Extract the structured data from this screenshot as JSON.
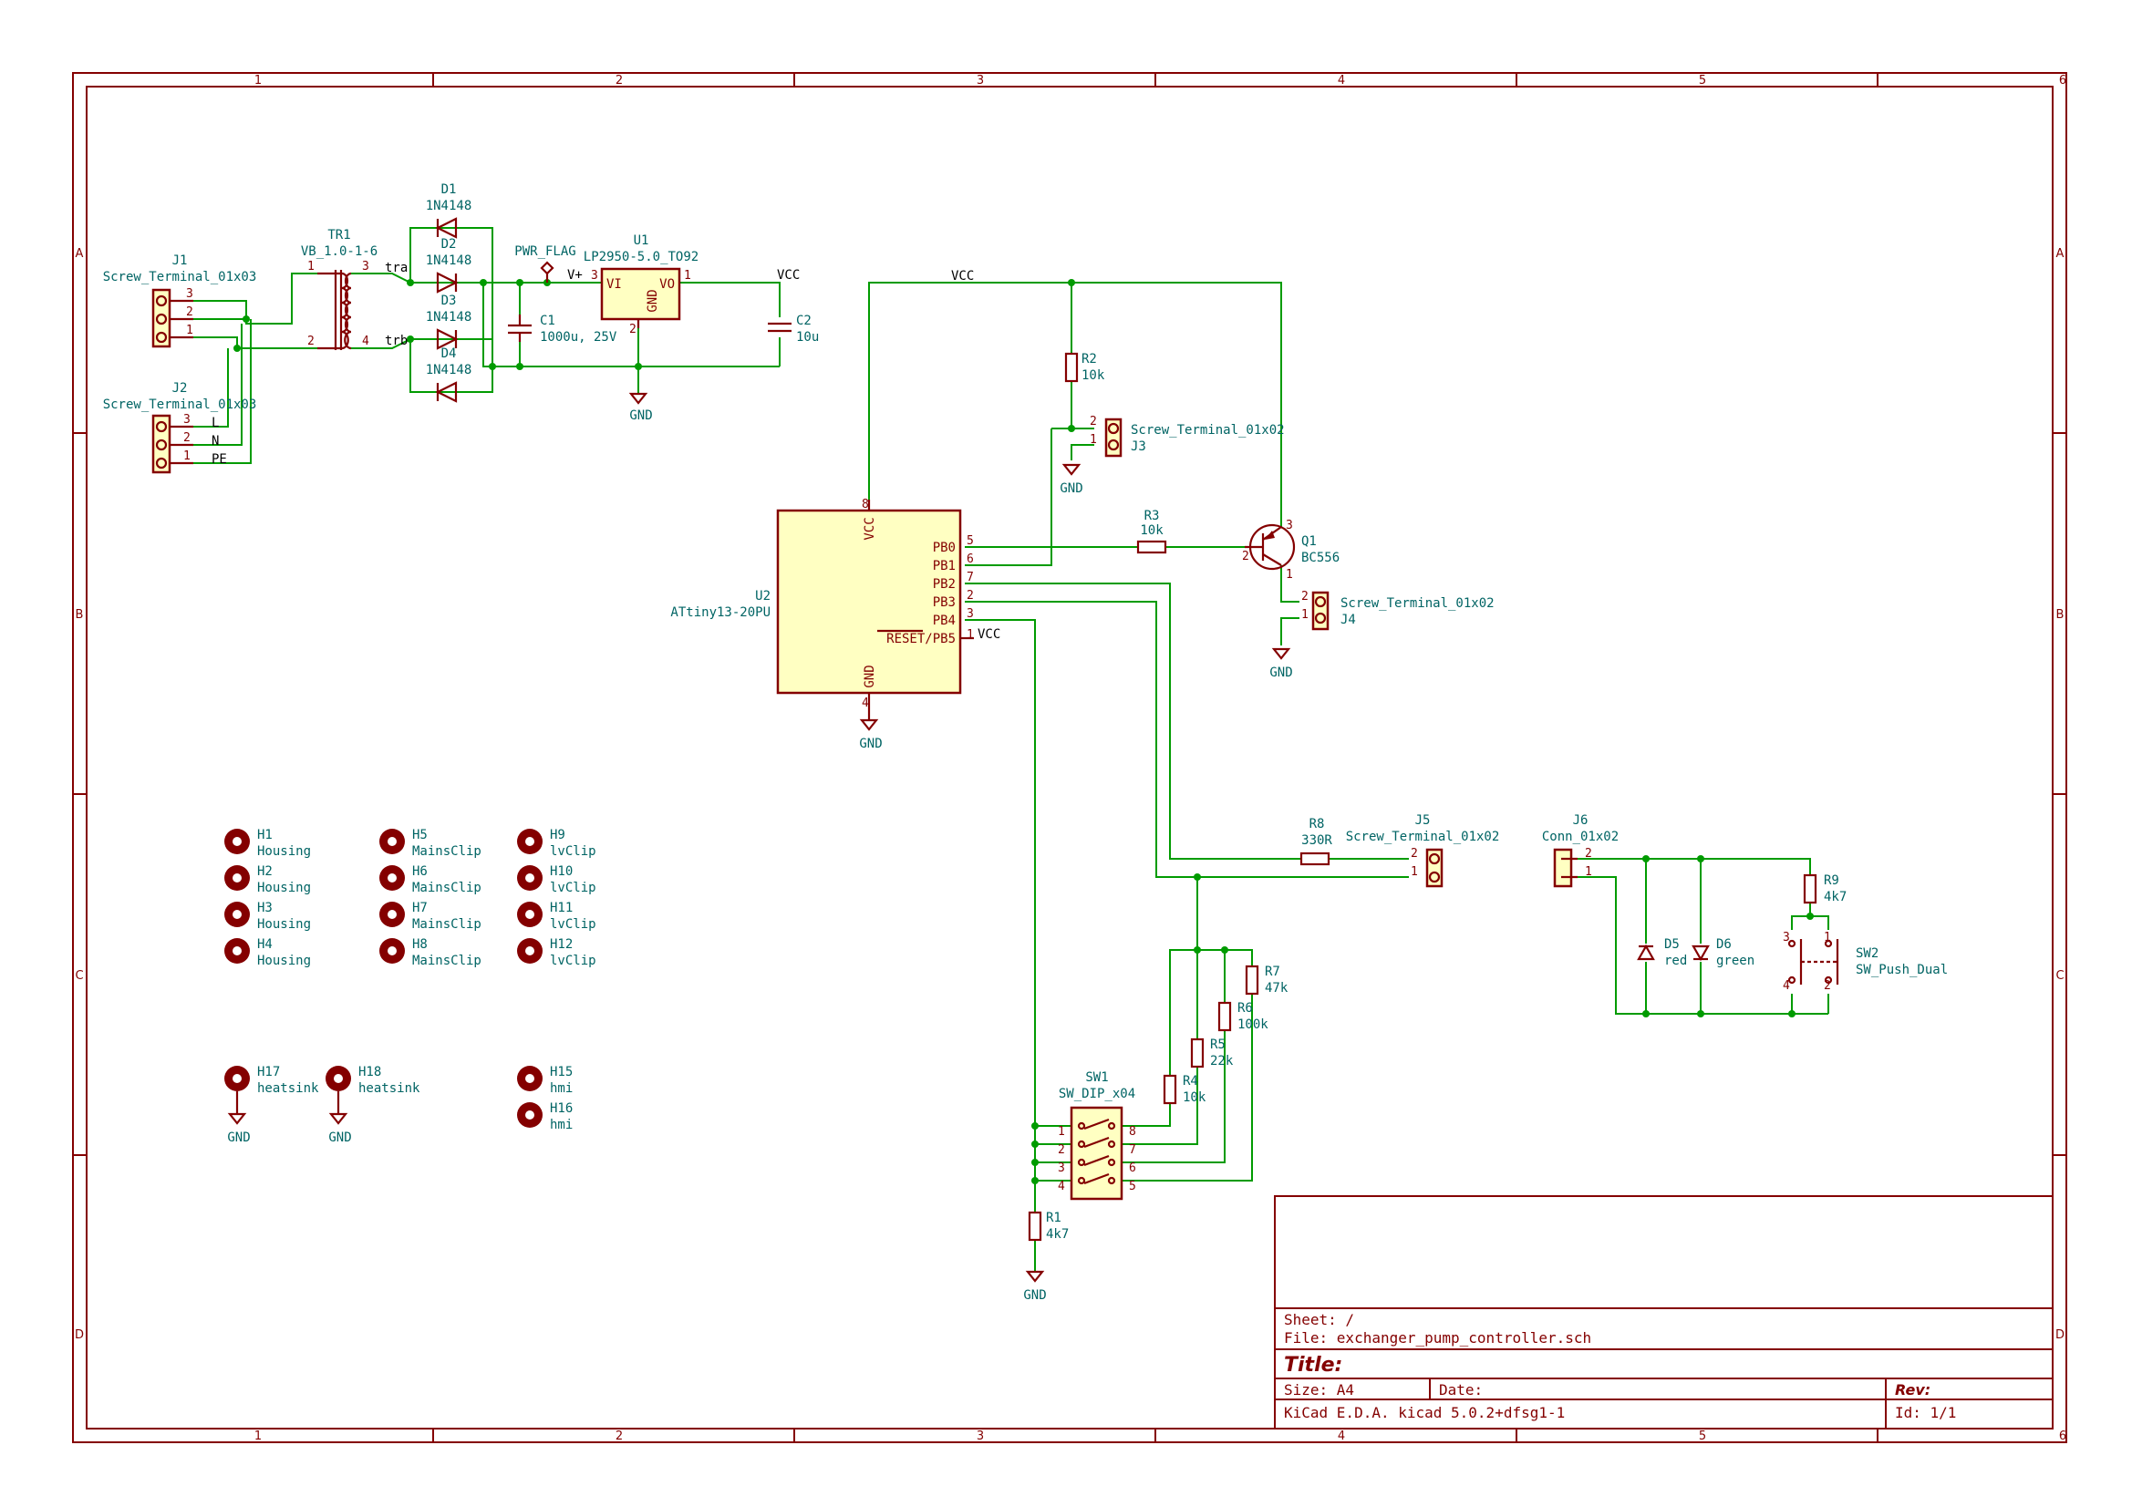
{
  "border": {
    "columns": [
      "1",
      "2",
      "3",
      "4",
      "5",
      "6"
    ],
    "rows": [
      "A",
      "B",
      "C",
      "D"
    ]
  },
  "nets": {
    "vcc": "VCC",
    "gnd": "GND",
    "vplus": "V+",
    "pwr_flag": "PWR_FLAG",
    "tra": "tra",
    "trb": "trb"
  },
  "components": {
    "J1": {
      "ref": "J1",
      "value": "Screw_Terminal_01x03",
      "pins": [
        "3",
        "2",
        "1"
      ]
    },
    "J2": {
      "ref": "J2",
      "value": "Screw_Terminal_01x03",
      "pins": [
        "3",
        "2",
        "1"
      ],
      "labels": [
        "L",
        "N",
        "PE"
      ]
    },
    "TR1": {
      "ref": "TR1",
      "value": "VB_1.0-1-6",
      "pins": [
        "1",
        "2",
        "3",
        "4"
      ]
    },
    "D1": {
      "ref": "D1",
      "value": "1N4148"
    },
    "D2": {
      "ref": "D2",
      "value": "1N4148"
    },
    "D3": {
      "ref": "D3",
      "value": "1N4148"
    },
    "D4": {
      "ref": "D4",
      "value": "1N4148"
    },
    "U1": {
      "ref": "U1",
      "value": "LP2950-5.0_TO92",
      "pin_in": "VI",
      "pin_out": "VO",
      "pin_gnd": "GND",
      "pins": [
        "3",
        "1",
        "2"
      ]
    },
    "C1": {
      "ref": "C1",
      "value": "1000u, 25V"
    },
    "C2": {
      "ref": "C2",
      "value": "10u"
    },
    "U2": {
      "ref": "U2",
      "value": "ATtiny13-20PU",
      "vcc": "VCC",
      "gnd": "GND",
      "pins": [
        {
          "num": "5",
          "name": "PB0"
        },
        {
          "num": "6",
          "name": "PB1"
        },
        {
          "num": "7",
          "name": "PB2"
        },
        {
          "num": "2",
          "name": "PB3"
        },
        {
          "num": "3",
          "name": "PB4"
        },
        {
          "num": "1",
          "name": "RESET/PB5"
        }
      ],
      "vcc_pin": "8",
      "gnd_pin": "4"
    },
    "R2": {
      "ref": "R2",
      "value": "10k"
    },
    "J3": {
      "ref": "J3",
      "value": "Screw_Terminal_01x02",
      "pins": [
        "2",
        "1"
      ]
    },
    "R3": {
      "ref": "R3",
      "value": "10k"
    },
    "Q1": {
      "ref": "Q1",
      "value": "BC556",
      "pins": [
        "1",
        "2",
        "3"
      ]
    },
    "J4": {
      "ref": "J4",
      "value": "Screw_Terminal_01x02",
      "pins": [
        "2",
        "1"
      ]
    },
    "R8": {
      "ref": "R8",
      "value": "330R"
    },
    "J5": {
      "ref": "J5",
      "value": "Screw_Terminal_01x02",
      "pins": [
        "2",
        "1"
      ]
    },
    "J6": {
      "ref": "J6",
      "value": "Conn_01x02",
      "pins": [
        "2",
        "1"
      ]
    },
    "D5": {
      "ref": "D5",
      "value": "red"
    },
    "D6": {
      "ref": "D6",
      "value": "green"
    },
    "R9": {
      "ref": "R9",
      "value": "4k7"
    },
    "SW2": {
      "ref": "SW2",
      "value": "SW_Push_Dual",
      "pins": [
        "1",
        "2",
        "3",
        "4"
      ]
    },
    "R7": {
      "ref": "R7",
      "value": "47k"
    },
    "R6": {
      "ref": "R6",
      "value": "100k"
    },
    "R5": {
      "ref": "R5",
      "value": "22k"
    },
    "R4": {
      "ref": "R4",
      "value": "10k"
    },
    "SW1": {
      "ref": "SW1",
      "value": "SW_DIP_x04",
      "pins_left": [
        "1",
        "2",
        "3",
        "4"
      ],
      "pins_right": [
        "8",
        "7",
        "6",
        "5"
      ]
    },
    "R1": {
      "ref": "R1",
      "value": "4k7"
    }
  },
  "holes": [
    {
      "ref": "H1",
      "value": "Housing"
    },
    {
      "ref": "H2",
      "value": "Housing"
    },
    {
      "ref": "H3",
      "value": "Housing"
    },
    {
      "ref": "H4",
      "value": "Housing"
    },
    {
      "ref": "H5",
      "value": "MainsClip"
    },
    {
      "ref": "H6",
      "value": "MainsClip"
    },
    {
      "ref": "H7",
      "value": "MainsClip"
    },
    {
      "ref": "H8",
      "value": "MainsClip"
    },
    {
      "ref": "H9",
      "value": "lvClip"
    },
    {
      "ref": "H10",
      "value": "lvClip"
    },
    {
      "ref": "H11",
      "value": "lvClip"
    },
    {
      "ref": "H12",
      "value": "lvClip"
    },
    {
      "ref": "H17",
      "value": "heatsink"
    },
    {
      "ref": "H18",
      "value": "heatsink"
    },
    {
      "ref": "H15",
      "value": "hmi"
    },
    {
      "ref": "H16",
      "value": "hmi"
    }
  ],
  "title_block": {
    "sheet": "Sheet: /",
    "file": "File: exchanger_pump_controller.sch",
    "title": "Title:",
    "size": "Size: A4",
    "date": "Date:",
    "rev": "Rev:",
    "tool": "KiCad E.D.A.  kicad 5.0.2+dfsg1-1",
    "id": "Id: 1/1"
  }
}
